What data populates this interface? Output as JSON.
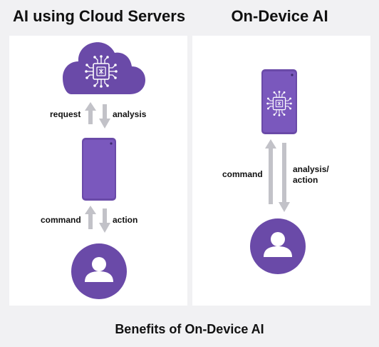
{
  "colors": {
    "purple": "#6a4aa8",
    "chip_line": "#ffffff",
    "arrow": "#c2c2c8",
    "panel": "#ffffff",
    "background": "#f1f1f3"
  },
  "icons": {
    "cloud": "cloud-icon",
    "chip": "ai-chip-icon",
    "phone": "smartphone-icon",
    "user": "user-icon"
  },
  "cloud_panel": {
    "title": "AI using Cloud Servers",
    "arrow_up_label": "request",
    "arrow_down_label": "analysis",
    "lower_up_label": "command",
    "lower_down_label": "action"
  },
  "device_panel": {
    "title": "On-Device AI",
    "arrow_up_label": "command",
    "arrow_down_label": "analysis/\naction"
  },
  "footer": {
    "caption": "Benefits of On-Device AI"
  }
}
